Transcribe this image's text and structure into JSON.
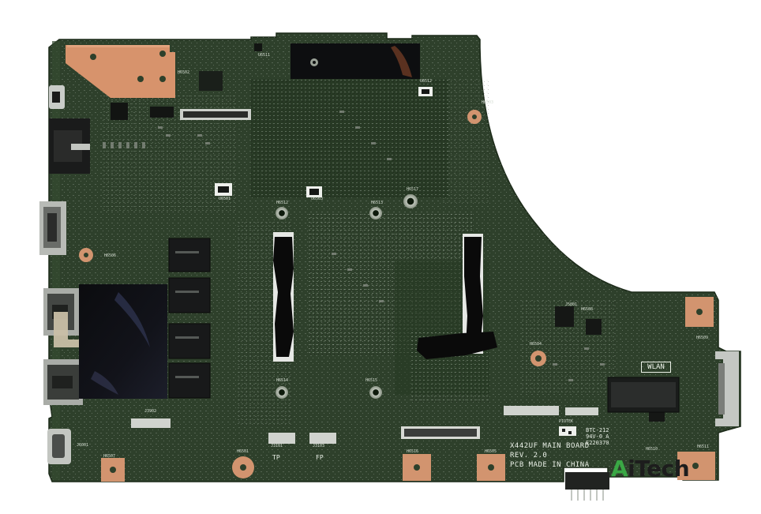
{
  "board": {
    "model_text": "X442UF MAIN BOARD",
    "revision_text": "REV. 2.0",
    "origin_text": "PCB MADE IN CHINA",
    "wlan_label": "WLAN",
    "tp_label": "TP",
    "fp_label": "FP",
    "cert_lines": [
      "BTC-212",
      "94V-0 A",
      "E220370"
    ],
    "vendor_text": "PIOTEK"
  },
  "designators": {
    "h6502": "H6502",
    "h6503": "H6503",
    "h6506": "H6506",
    "h6507": "H6507",
    "h6508": "H6508",
    "h6509": "H6509",
    "h6510": "H6510",
    "h6511": "H6511",
    "h6512": "H6512",
    "h6513": "H6513",
    "h6514": "H6514",
    "h6515": "H6515",
    "h6516": "H6516",
    "h6517": "H6517",
    "h6501": "H6501",
    "h6504": "H6504",
    "h6505": "H6505",
    "j3101": "J3101",
    "j3103": "J3103",
    "j3902": "J3902",
    "j5801": "J5801",
    "j6001": "J6001",
    "u6511": "U6511",
    "u6512": "U6512",
    "u6501": "U6501",
    "u6503": "U6503"
  },
  "watermark": {
    "part1": "A",
    "part2": "i",
    "part3": "Tech"
  },
  "colors": {
    "pcb": "#2d3f2a",
    "pcb_dark": "#25351f",
    "copper": "#d9956e",
    "chip": "#1a1c1a",
    "brand_green": "#3aa845"
  }
}
